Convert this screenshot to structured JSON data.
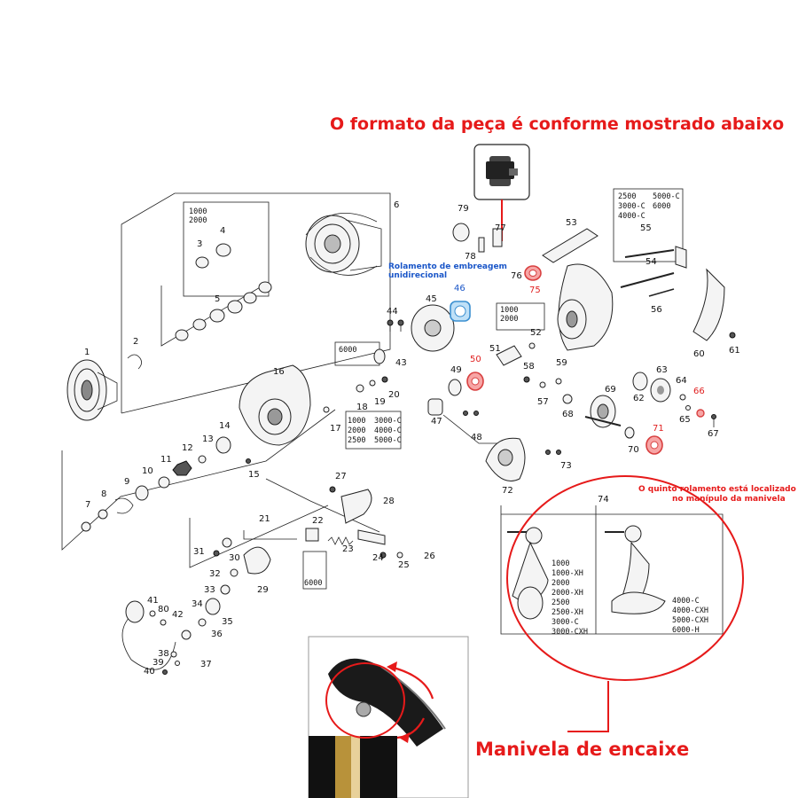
{
  "header": {
    "title": "O formato da peça é conforme mostrado abaixo"
  },
  "notes": {
    "clutch_bearing": [
      "Rolamento de embreagem",
      "unidirecional"
    ],
    "fifth_bearing": [
      "O quinto rolamento está localizado",
      "no manípulo da manivela"
    ],
    "handle_title": "Manivela de encaixe"
  },
  "colors": {
    "accent_red": "#e61a1a",
    "accent_blue": "#1a56c8",
    "bearing_red": "#f26b6b",
    "bearing_blue": "#6fb4e6"
  },
  "callouts": [
    {
      "id": "1",
      "color": "black"
    },
    {
      "id": "2",
      "color": "black"
    },
    {
      "id": "3",
      "color": "black"
    },
    {
      "id": "4",
      "color": "black"
    },
    {
      "id": "5",
      "color": "black"
    },
    {
      "id": "6",
      "color": "black"
    },
    {
      "id": "7",
      "color": "black"
    },
    {
      "id": "8",
      "color": "black"
    },
    {
      "id": "9",
      "color": "black"
    },
    {
      "id": "10",
      "color": "black"
    },
    {
      "id": "11",
      "color": "black"
    },
    {
      "id": "12",
      "color": "black"
    },
    {
      "id": "13",
      "color": "black"
    },
    {
      "id": "14",
      "color": "black"
    },
    {
      "id": "15",
      "color": "black"
    },
    {
      "id": "16",
      "color": "black"
    },
    {
      "id": "17",
      "color": "black"
    },
    {
      "id": "18",
      "color": "black"
    },
    {
      "id": "19",
      "color": "black"
    },
    {
      "id": "20",
      "color": "black"
    },
    {
      "id": "21",
      "color": "black"
    },
    {
      "id": "22",
      "color": "black"
    },
    {
      "id": "23",
      "color": "black"
    },
    {
      "id": "24",
      "color": "black"
    },
    {
      "id": "25",
      "color": "black"
    },
    {
      "id": "26",
      "color": "black"
    },
    {
      "id": "27",
      "color": "black"
    },
    {
      "id": "28",
      "color": "black"
    },
    {
      "id": "29",
      "color": "black"
    },
    {
      "id": "30",
      "color": "black"
    },
    {
      "id": "31",
      "color": "black"
    },
    {
      "id": "32",
      "color": "black"
    },
    {
      "id": "33",
      "color": "black"
    },
    {
      "id": "34",
      "color": "black"
    },
    {
      "id": "35",
      "color": "black"
    },
    {
      "id": "36",
      "color": "black"
    },
    {
      "id": "37",
      "color": "black"
    },
    {
      "id": "38",
      "color": "black"
    },
    {
      "id": "39",
      "color": "black"
    },
    {
      "id": "40",
      "color": "black"
    },
    {
      "id": "41",
      "color": "black"
    },
    {
      "id": "42",
      "color": "black"
    },
    {
      "id": "43",
      "color": "black"
    },
    {
      "id": "44",
      "color": "black"
    },
    {
      "id": "45",
      "color": "black"
    },
    {
      "id": "46",
      "color": "blue"
    },
    {
      "id": "47",
      "color": "black"
    },
    {
      "id": "48",
      "color": "black"
    },
    {
      "id": "49",
      "color": "black"
    },
    {
      "id": "50",
      "color": "red"
    },
    {
      "id": "51",
      "color": "black"
    },
    {
      "id": "52",
      "color": "black"
    },
    {
      "id": "53",
      "color": "black"
    },
    {
      "id": "54",
      "color": "black"
    },
    {
      "id": "55",
      "color": "black"
    },
    {
      "id": "56",
      "color": "black"
    },
    {
      "id": "57",
      "color": "black"
    },
    {
      "id": "58",
      "color": "black"
    },
    {
      "id": "59",
      "color": "black"
    },
    {
      "id": "60",
      "color": "black"
    },
    {
      "id": "61",
      "color": "black"
    },
    {
      "id": "62",
      "color": "black"
    },
    {
      "id": "63",
      "color": "black"
    },
    {
      "id": "64",
      "color": "black"
    },
    {
      "id": "65",
      "color": "black"
    },
    {
      "id": "66",
      "color": "red"
    },
    {
      "id": "67",
      "color": "black"
    },
    {
      "id": "68",
      "color": "black"
    },
    {
      "id": "69",
      "color": "black"
    },
    {
      "id": "70",
      "color": "black"
    },
    {
      "id": "71",
      "color": "red"
    },
    {
      "id": "72",
      "color": "black"
    },
    {
      "id": "73",
      "color": "black"
    },
    {
      "id": "74",
      "color": "black"
    },
    {
      "id": "75",
      "color": "red"
    },
    {
      "id": "76",
      "color": "black"
    },
    {
      "id": "77",
      "color": "black"
    },
    {
      "id": "78",
      "color": "black"
    },
    {
      "id": "79",
      "color": "black"
    },
    {
      "id": "80",
      "color": "black"
    }
  ],
  "model_boxes": {
    "spool_small": [
      "1000",
      "2000"
    ],
    "spool_6000": [
      "6000"
    ],
    "box_18": [
      "1000",
      "2000",
      "2500"
    ],
    "box_18b": [
      "3000-C",
      "4000-C",
      "5000-C"
    ],
    "box_22": [
      "6000"
    ],
    "box_52": [
      "1000",
      "2000"
    ],
    "box_55a": [
      "2500",
      "3000-C",
      "4000-C"
    ],
    "box_55b": [
      "5000-C",
      "6000"
    ],
    "handle_left": [
      "1000",
      "1000-XH",
      "2000",
      "2000-XH",
      "2500",
      "2500-XH",
      "3000-C",
      "3000-CXH"
    ],
    "handle_right": [
      "4000-C",
      "4000-CXH",
      "5000-CXH",
      "6000-H"
    ]
  }
}
